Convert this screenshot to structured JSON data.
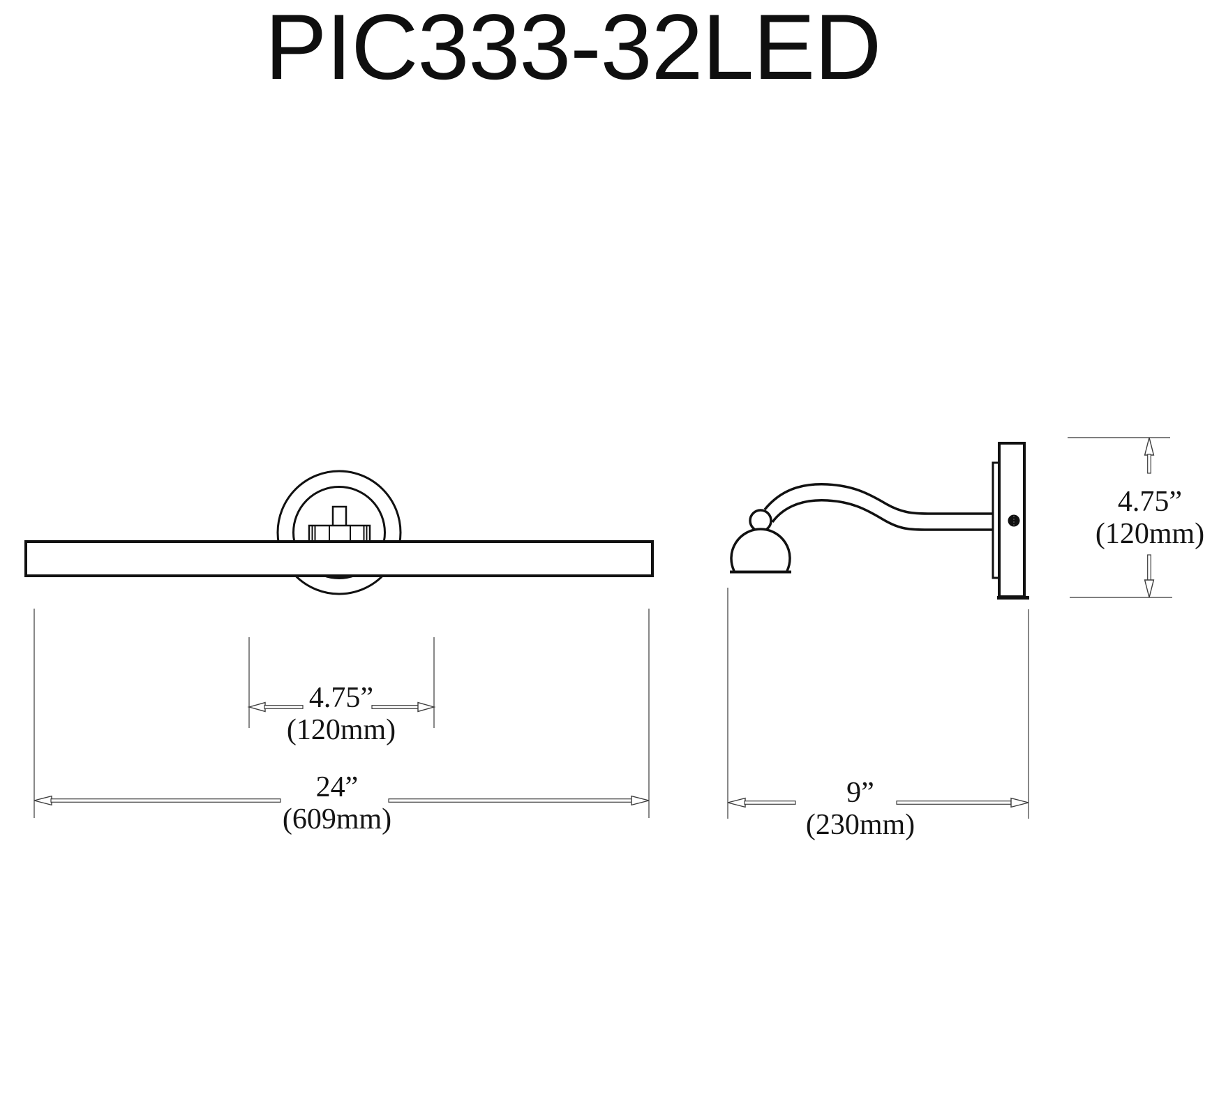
{
  "title": "PIC333-32LED",
  "front_view": {
    "dim_backplate": {
      "in": "4.75”",
      "mm": "(120mm)"
    },
    "dim_overall": {
      "in": "24”",
      "mm": "(609mm)"
    }
  },
  "side_view": {
    "dim_height": {
      "in": "4.75”",
      "mm": "(120mm)"
    },
    "dim_depth": {
      "in": "9”",
      "mm": "(230mm)"
    }
  },
  "colors": {
    "outline": "#111111",
    "dimension_line": "#3c3c3c",
    "extension_line": "#555555",
    "text": "#141414",
    "background": "#ffffff"
  }
}
